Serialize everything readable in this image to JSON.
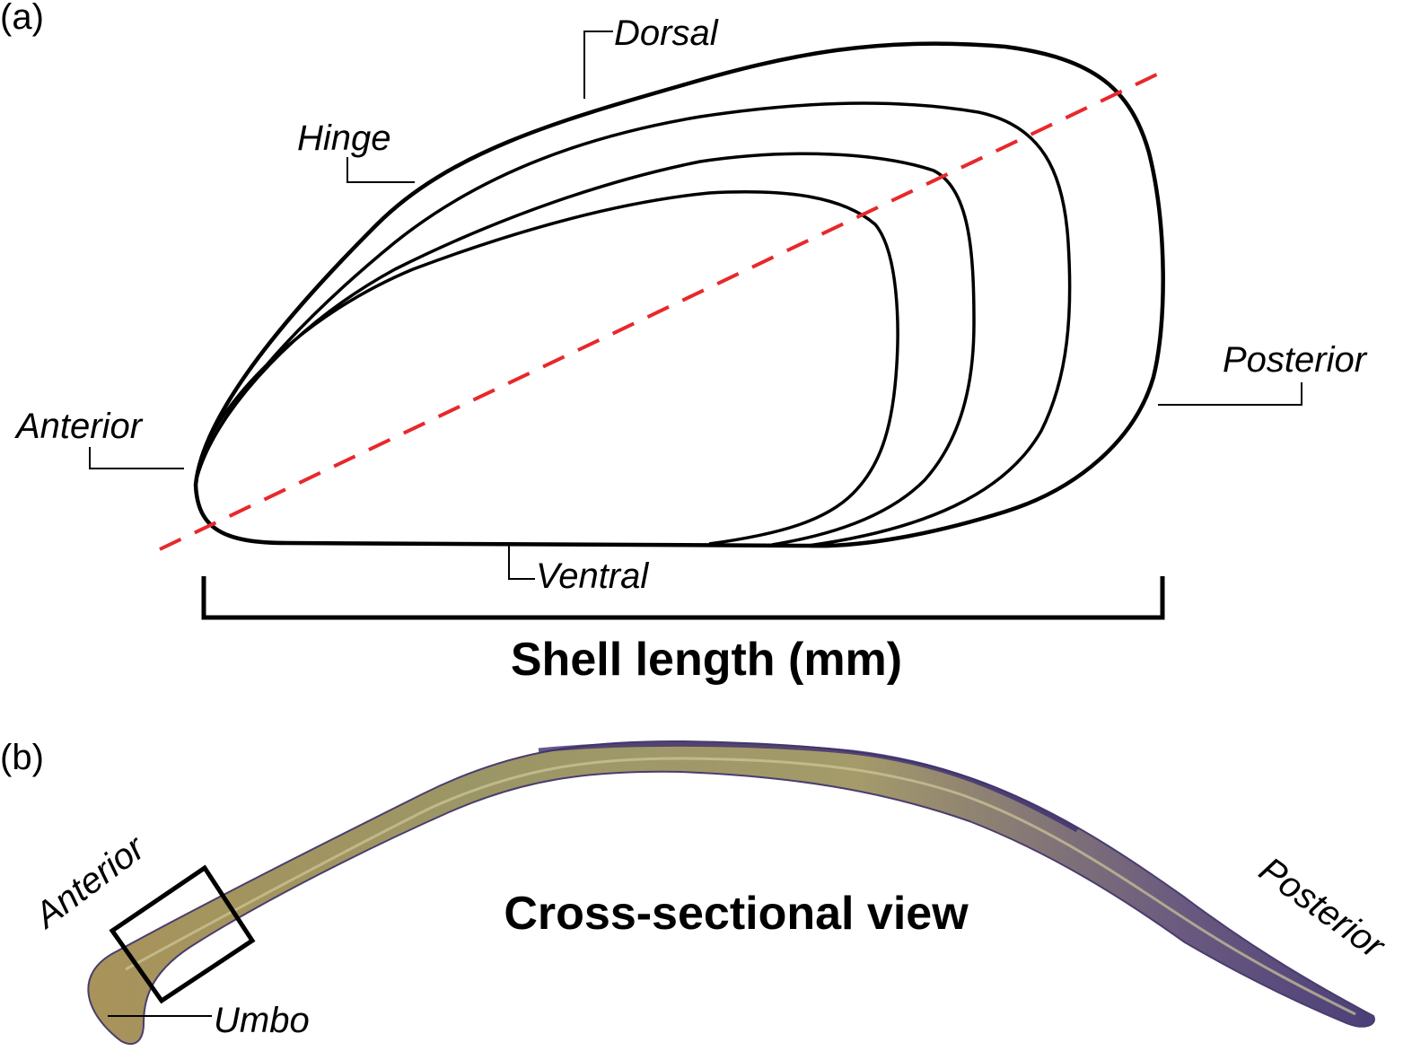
{
  "panel_a": {
    "label": "(a)",
    "dorsal": "Dorsal",
    "hinge": "Hinge",
    "anterior": "Anterior",
    "posterior": "Posterior",
    "ventral": "Ventral",
    "length_label": "Shell length (mm)",
    "axis_color": "#e8282b"
  },
  "panel_b": {
    "label": "(b)",
    "anterior": "Anterior",
    "posterior": "Posterior",
    "umbo": "Umbo",
    "title": "Cross-sectional view"
  }
}
